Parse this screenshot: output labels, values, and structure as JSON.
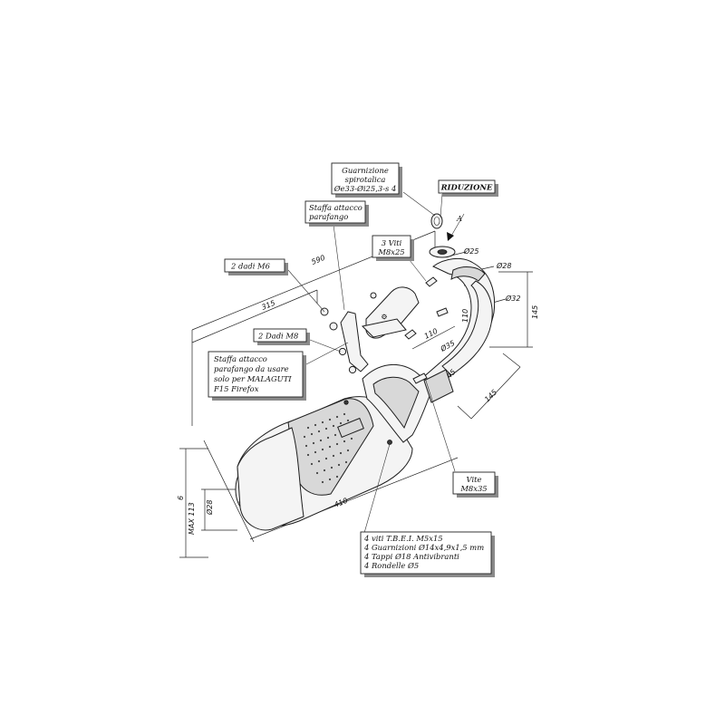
{
  "labels": {
    "gasket_title": "Guarnizione",
    "gasket_sub": "spirotalica",
    "gasket_spec": "Øe33-Øi25,3-s 4",
    "reduction": "RIDUZIONE",
    "arrow_letter": "A",
    "fender_bracket_1": "Staffa attacco",
    "fender_bracket_2": "parafango",
    "screws_3_line1": "3 Viti",
    "screws_3_line2": "M8x25",
    "nuts_m6": "2 dadi M6",
    "nuts_m8": "2 Dadi M8",
    "malaguti_1": "Staffa attacco",
    "malaguti_2": "parafango da usare",
    "malaguti_3": "solo per MALAGUTI",
    "malaguti_4": "F15 Firefox",
    "screw_m8x35_1": "Vite",
    "screw_m8x35_2": "M8x35",
    "kit_1": "4 viti T.B.E.I. M5x15",
    "kit_2": "4 Guarnizioni Ø14x4,9x1,5 mm",
    "kit_3": "4 Tappi Ø18 Antivibranti",
    "kit_4": "4 Rondelle Ø5"
  },
  "dimensions": {
    "d590": "590",
    "d315": "315",
    "d410": "410",
    "dmax113": "MAX 113",
    "d6": "6",
    "dia28_tail": "Ø28",
    "dia25": "Ø25",
    "dia28_top": "Ø28",
    "dia32": "Ø32",
    "d110_vert": "110",
    "d145_vert": "145",
    "d110_diag": "110",
    "dia35": "Ø35",
    "d45": "45",
    "d145_diag": "145"
  }
}
